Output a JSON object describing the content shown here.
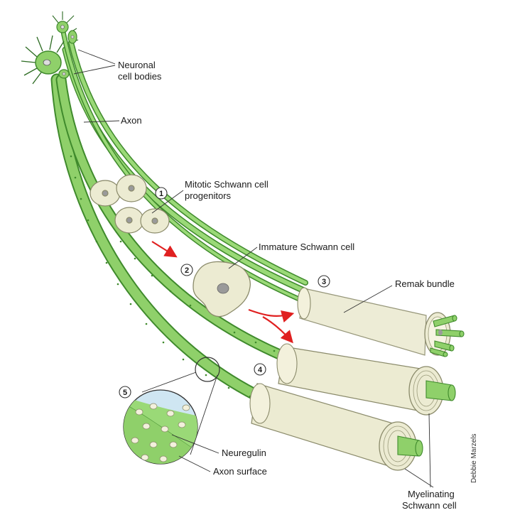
{
  "labels": {
    "cell_bodies_line1": "Neuronal",
    "cell_bodies_line2": "cell bodies",
    "axon": "Axon",
    "progenitors_line1": "Mitotic Schwann cell",
    "progenitors_line2": "progenitors",
    "immature": "Immature Schwann cell",
    "remak": "Remak bundle",
    "neuregulin": "Neuregulin",
    "axon_surface": "Axon surface",
    "myelinating_line1": "Myelinating",
    "myelinating_line2": "Schwann cell"
  },
  "steps": [
    "1",
    "2",
    "3",
    "4",
    "5"
  ],
  "credit": "Debbie Marzels",
  "colors": {
    "axon": "#7cc75a",
    "axon_dark": "#3f8a2c",
    "sheath": "#e9e6c8",
    "cell": "#ecebd2",
    "arrow": "#e02020",
    "magnifier": "#cfe6f2"
  }
}
